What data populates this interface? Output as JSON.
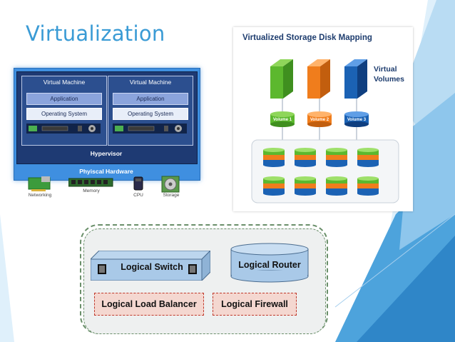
{
  "slide": {
    "title": "Virtualization"
  },
  "hypervisor_diagram": {
    "vms": [
      {
        "title": "Virtual Machine",
        "app": "Application",
        "os": "Operating System"
      },
      {
        "title": "Virtual Machine",
        "app": "Application",
        "os": "Operating System"
      }
    ],
    "hypervisor_label": "Hypervisor",
    "physical_label": "Phyiscal Hardware",
    "hardware": [
      "Networking",
      "Memory",
      "CPU",
      "Storage"
    ]
  },
  "storage_diagram": {
    "title": "Virtualized Storage Disk Mapping",
    "virtual_label_line1": "Virtual",
    "virtual_label_line2": "Volumes",
    "volumes": [
      {
        "label": "Volume 1",
        "color": "#5cb82e"
      },
      {
        "label": "Volume 2",
        "color": "#f07d1c"
      },
      {
        "label": "Volume 3",
        "color": "#1b62b4"
      }
    ],
    "disk_colors": [
      "#5cb82e",
      "#f07d1c",
      "#1b62b4"
    ]
  },
  "network_diagram": {
    "switch_label": "Logical Switch",
    "router_label": "Logical Router",
    "load_balancer_label": "Logical Load Balancer",
    "firewall_label": "Logical Firewall"
  },
  "theme": {
    "accent": "#3a9bd5"
  }
}
